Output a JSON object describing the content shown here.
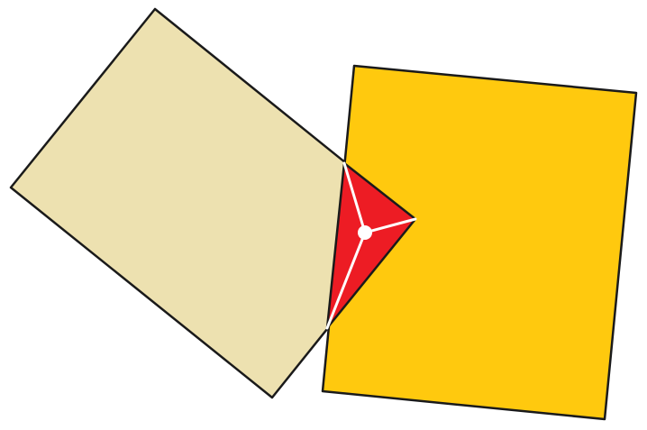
{
  "figure": {
    "description_visible_text": "",
    "colors": {
      "background": "#ffffff",
      "left_rectangle_fill": "#EDE1B0",
      "right_square_fill": "#FFC90E",
      "overlap_fill": "#ED1C24",
      "outline": "#1a1a1a",
      "center_point": "#ffffff",
      "radial_lines": "#ffffff"
    },
    "shapes": [
      {
        "name": "tilted-rectangle"
      },
      {
        "name": "square"
      },
      {
        "name": "overlap-triangle"
      }
    ]
  }
}
